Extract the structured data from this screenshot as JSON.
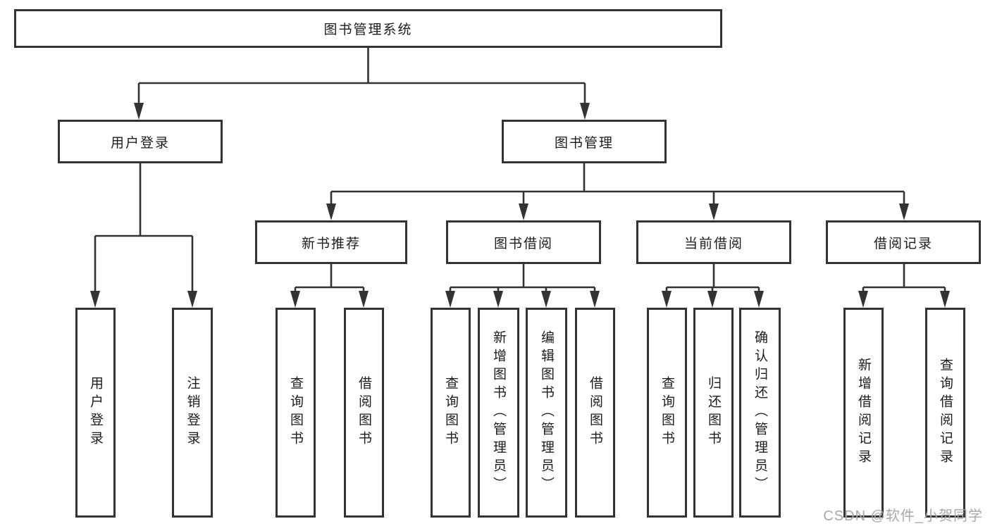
{
  "colors": {
    "line": "#333333",
    "text": "#1c1c1c",
    "background": "#ffffff",
    "watermark": "#a9a9a9"
  },
  "nodes": {
    "root": "图书管理系统",
    "level2": [
      "用户登录",
      "图书管理"
    ],
    "level3": [
      "新书推荐",
      "图书借阅",
      "当前借阅",
      "借阅记录"
    ],
    "leaves_user": [
      "用户登录",
      "注销登录"
    ],
    "leaves_recommend": [
      "查询图书",
      "借阅图书"
    ],
    "leaves_borrow": [
      "查询图书",
      "新增图书（管理员）",
      "编辑图书（管理员）",
      "借阅图书"
    ],
    "leaves_current": [
      "查询图书",
      "归还图书",
      "确认归还（管理员）"
    ],
    "leaves_record": [
      "新增借阅记录",
      "查询借阅记录"
    ]
  },
  "watermark": "CSDN @软件_小贺同学"
}
